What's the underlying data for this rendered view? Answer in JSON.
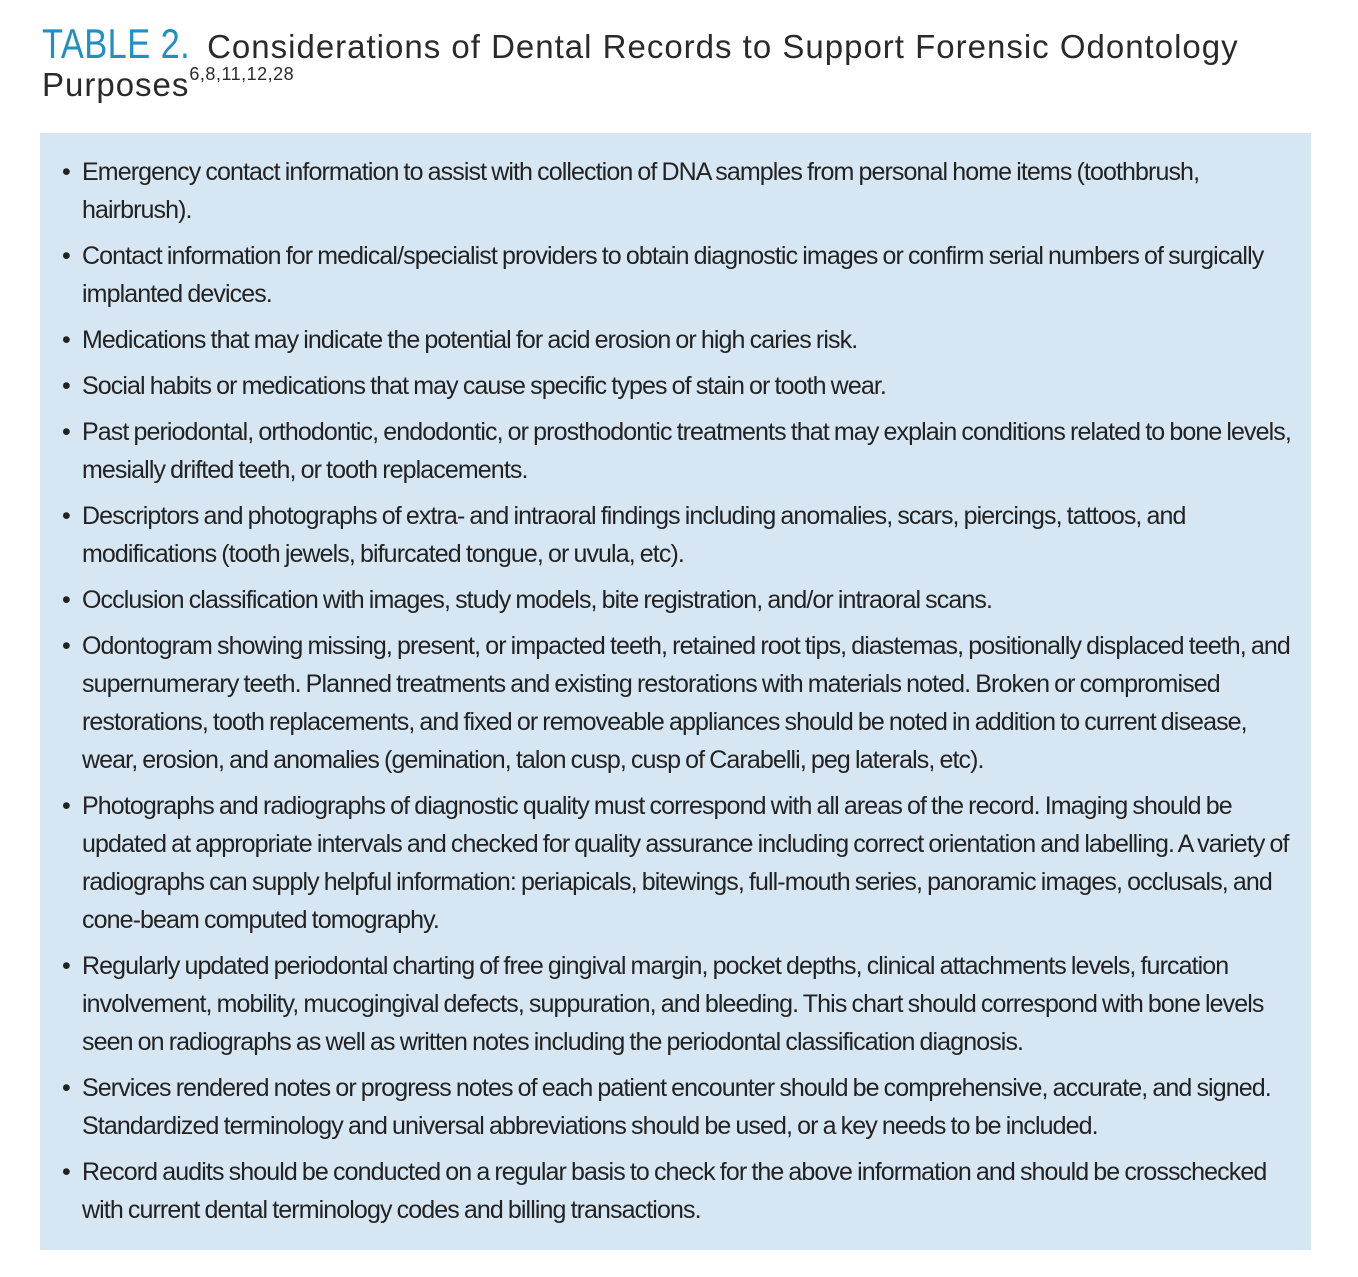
{
  "header": {
    "table_label": "TABLE 2.",
    "title": "Considerations of Dental Records to Support Forensic Odontology",
    "title_line2": "Purposes",
    "citations": "6,8,11,12,28"
  },
  "bullet_glyph": "•",
  "items": [
    "Emergency contact information to assist with collection of DNA samples from personal home items (toothbrush, hairbrush).",
    "Contact information for medical/specialist providers to obtain diagnostic images or confirm serial numbers of surgically implanted devices.",
    "Medications that may indicate the potential for acid erosion or high caries risk.",
    "Social habits or medications that may cause specific types of stain or tooth wear.",
    "Past periodontal, orthodontic, endodontic, or prosthodontic treatments that may explain conditions related to bone levels, mesially drifted teeth, or tooth replacements.",
    "Descriptors and photographs of extra- and intraoral findings including anomalies, scars, piercings, tattoos, and modifications (tooth jewels, bifurcated tongue, or uvula, etc).",
    "Occlusion classification with images, study models, bite registration, and/or intraoral scans.",
    "Odontogram showing missing, present, or impacted teeth, retained root tips, diastemas, positionally displaced teeth, and supernumerary teeth. Planned treatments and existing restorations with materials noted. Broken or compromised restorations, tooth replacements, and fixed or removeable appliances should be noted in addition to current disease, wear, erosion, and anomalies (gemination, talon cusp, cusp of Carabelli, peg laterals, etc).",
    "Photographs and radiographs of diagnostic quality must correspond with all areas of the record. Imaging should be updated at appropriate intervals and checked for quality assurance including correct orientation and labelling. A variety of radiographs can supply helpful information: periapicals, bitewings, full-mouth series, panoramic images, occlusals, and cone-beam computed tomography.",
    "Regularly updated periodontal charting of free gingival margin, pocket depths, clinical attachments levels, furcation involvement, mobility, mucogingival defects, suppuration, and bleeding. This chart should correspond with bone levels seen on radiographs as well as written notes including the periodontal classification diagnosis.",
    "Services rendered notes or progress notes of each patient encounter should be comprehensive, accurate, and signed. Standardized terminology and universal abbreviations should be used, or a key needs to be included.",
    "Record audits should be conducted on a regular basis to check for the above information and should be crosschecked with current dental terminology codes and billing transactions."
  ],
  "colors": {
    "accent": "#1f8fc4",
    "box_background": "#d6e7f3",
    "text": "#222222"
  }
}
